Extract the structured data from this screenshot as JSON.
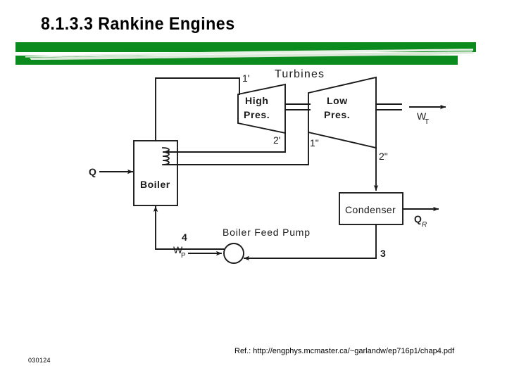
{
  "slide": {
    "title": "8.1.3.3 Rankine Engines",
    "background_color": "#ffffff"
  },
  "banner": {
    "bar_color": "#0b8a1e",
    "streak_color": "#dbead8",
    "name": "green-divider-banner"
  },
  "diagram": {
    "title": "Rankine cycle schematic with reheat",
    "line_color": "#1a1a1a",
    "components": {
      "boiler": "Boiler",
      "high_pressure_turbine": "High\nPres.",
      "high_pressure_turbine_line1": "High",
      "high_pressure_turbine_line2": "Pres.",
      "low_pressure_turbine_line1": "Low",
      "low_pressure_turbine_line2": "Pres.",
      "condenser": "Condenser",
      "pump": "Boiler Feed Pump",
      "turbines_group": "Turbines"
    },
    "flows": {
      "heat_in": "Q",
      "heat_rejected": "Q",
      "heat_rejected_sub": "R",
      "turbine_work": "W",
      "turbine_work_sub": "T",
      "pump_work": "W",
      "pump_work_sub": "P"
    },
    "state_points": {
      "p1prime": "1'",
      "p2prime": "2'",
      "p1dprime": "1\"",
      "p2dprime": "2\"",
      "p3": "3",
      "p4": "4"
    }
  },
  "footer": {
    "date_code": "030124",
    "reference": "Ref.:  http://engphys.mcmaster.ca/~garlandw/ep716p1/chap4.pdf"
  }
}
